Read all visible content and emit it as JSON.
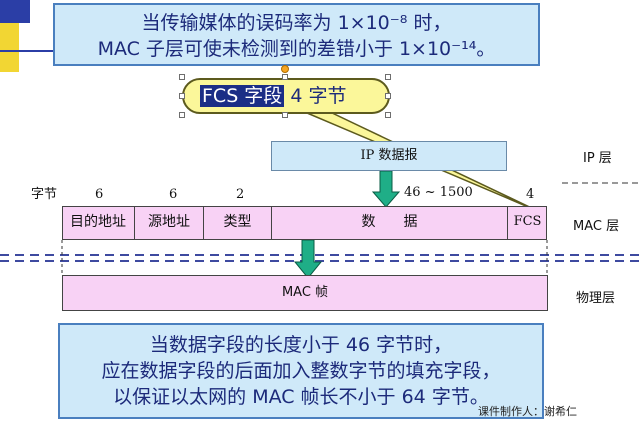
{
  "top_note": {
    "line1": "当传输媒体的误码率为 1×10⁻⁸ 时，",
    "line2": "MAC 子层可使未检测到的差错小于 1×10⁻¹⁴。"
  },
  "callout": {
    "highlight": "FCS 字段",
    "rest": " 4 字节"
  },
  "ip_packet": "IP 数据报",
  "layers": {
    "ip": "IP 层",
    "mac": "MAC 层",
    "physical": "物理层"
  },
  "bytes_label": "字节",
  "byte_counts": {
    "dest": "6",
    "src": "6",
    "type": "2",
    "data": "46 ~ 1500",
    "fcs": "4"
  },
  "mac_fields": {
    "dest": "目的地址",
    "src": "源地址",
    "type": "类型",
    "data": "数　　据",
    "fcs": "FCS"
  },
  "mac_frame": "MAC 帧",
  "bottom_note": {
    "line1": "当数据字段的长度小于 46 字节时，",
    "line2": "应在数据字段的后面加入整数字节的填充字段，",
    "line3": "以保证以太网的 MAC 帧长不小于 64 字节。"
  },
  "footer": "课件制作人：谢希仁",
  "colors": {
    "note_bg": "#cfe9f9",
    "frame_pink": "#f8d2f5",
    "callout_yellow": "#fbf79a",
    "arrow_green": "#1fae87"
  }
}
